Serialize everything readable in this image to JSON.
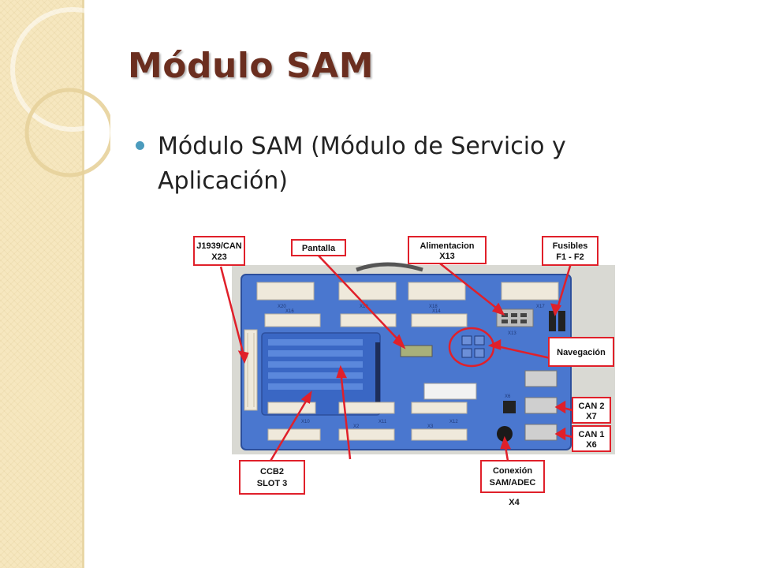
{
  "slide": {
    "title": "Módulo SAM",
    "bullets": [
      "Módulo SAM (Módulo de Servicio y Aplicación)"
    ]
  },
  "figure": {
    "labels": {
      "j1939_line1": "J1939/CAN",
      "j1939_line2": "X23",
      "pantalla": "Pantalla",
      "alimentacion_line1": "Alimentacion",
      "alimentacion_line2": "X13",
      "fusibles_line1": "Fusibles",
      "fusibles_line2": "F1 - F2",
      "navegacion": "Navegación",
      "can2_line1": "CAN 2",
      "can2_line2": "X7",
      "can1_line1": "CAN 1",
      "can1_line2": "X6",
      "ccb2_line1": "CCB2",
      "ccb2_line2": "SLOT 3",
      "conexion_line1": "Conexión",
      "conexion_line2": "SAM/ADEC",
      "x4": "X4"
    },
    "connector_marks": {
      "x20": "X20",
      "x19": "X19",
      "x18": "X18",
      "x17": "X17",
      "x16": "X16",
      "x14": "X14",
      "x13": "X13",
      "x10": "X10",
      "x11": "X11",
      "x12": "X12",
      "x2": "X2",
      "x3": "X3",
      "x6": "X6"
    },
    "colors": {
      "callout_border": "#e0202a",
      "board_blue": "#4a77cf",
      "board_dark": "#2f58b0"
    }
  }
}
